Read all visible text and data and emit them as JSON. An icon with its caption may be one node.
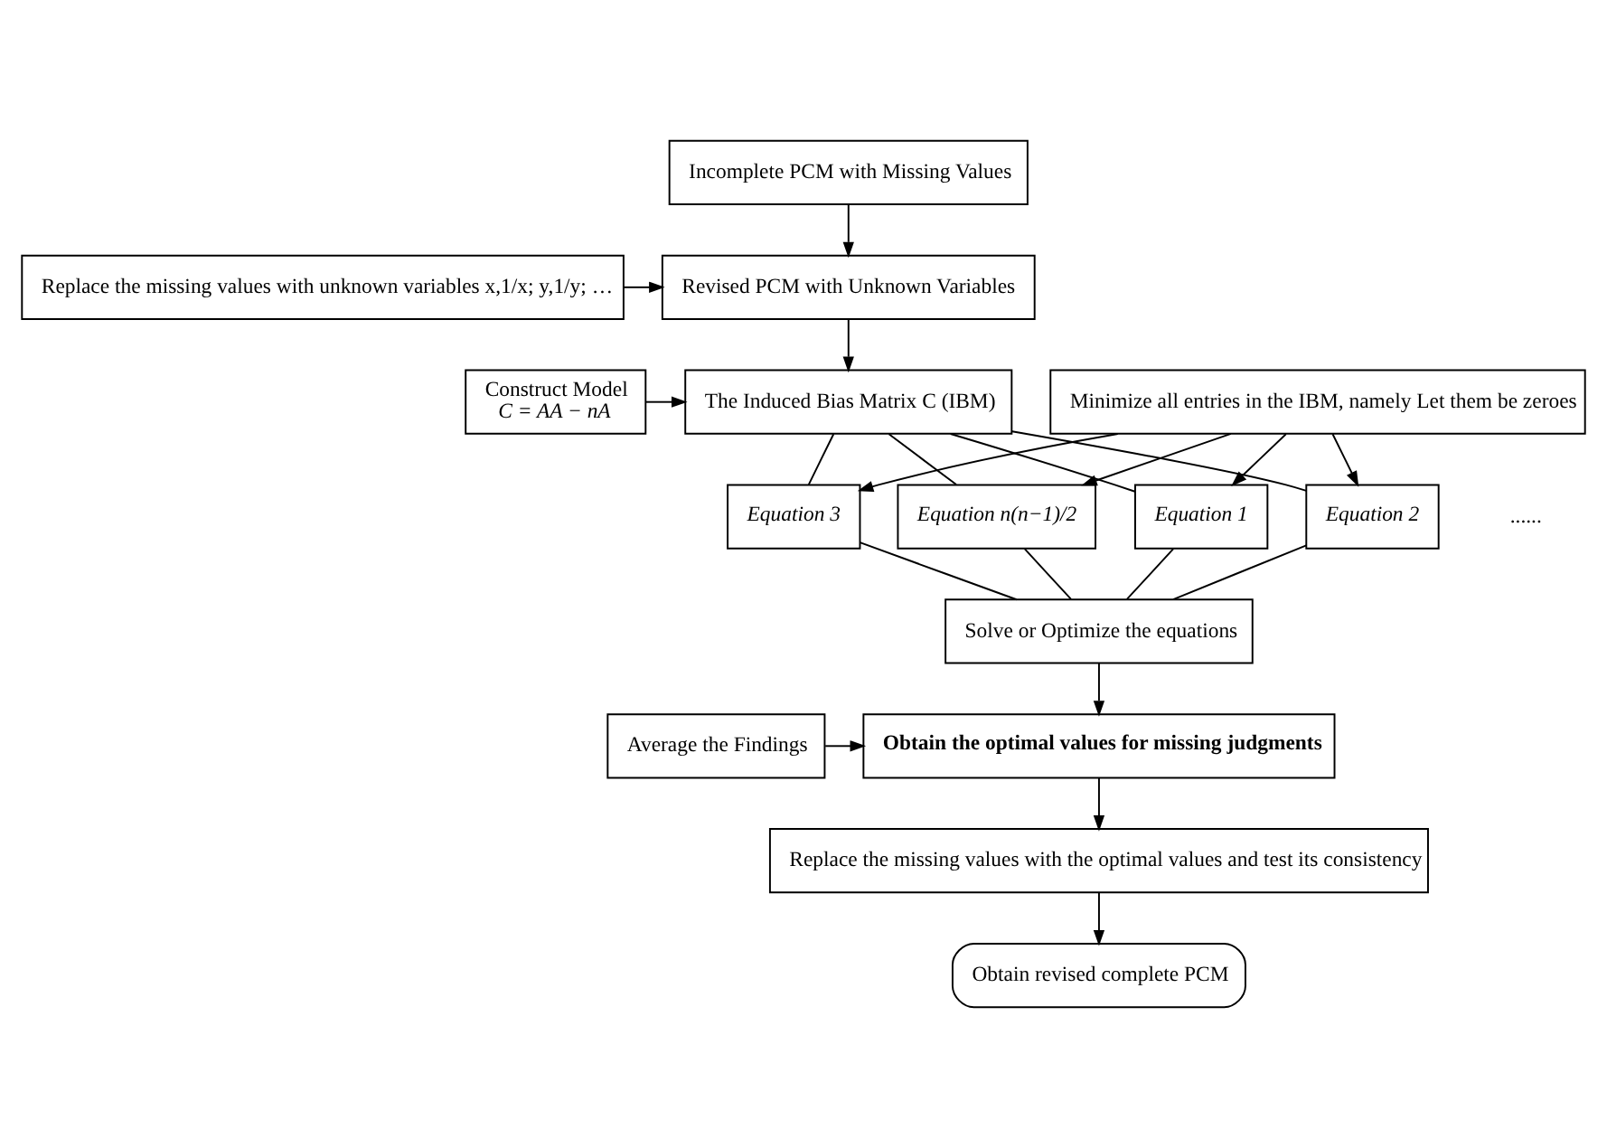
{
  "diagram": {
    "nodes": [
      {
        "text": [
          "Incomplete PCM with Missing Values"
        ]
      },
      {
        "text": [
          "Replace the missing values with unknown variables x,1/x; y,1/y; …"
        ]
      },
      {
        "text": [
          "Revised PCM with Unknown Variables"
        ]
      },
      {
        "text": [
          "Construct Model",
          "C = AA − nA"
        ]
      },
      {
        "text": [
          "The Induced Bias Matrix C (IBM)"
        ]
      },
      {
        "text": [
          "Minimize all entries in the IBM, namely Let them be zeroes"
        ]
      },
      {
        "text": [
          "Equation 1"
        ]
      },
      {
        "text": [
          "Equation 2"
        ]
      },
      {
        "text": [
          "Equation 3"
        ]
      },
      {
        "text": [
          "Equation n(n−1)/2"
        ]
      },
      {
        "text": [
          "Solve or Optimize the equations"
        ]
      },
      {
        "text": [
          "Average the Findings"
        ]
      },
      {
        "text": [
          "Obtain the optimal values for missing judgments"
        ]
      },
      {
        "text": [
          "Replace the missing values with the optimal values and test its consistency"
        ]
      },
      {
        "text": [
          "Obtain revised complete PCM"
        ]
      }
    ],
    "edges": [
      {
        "from": 0,
        "to": 2,
        "arrow": "to"
      },
      {
        "from": 1,
        "to": 2,
        "arrow": "to"
      },
      {
        "from": 2,
        "to": 4,
        "arrow": "to"
      },
      {
        "from": 3,
        "to": 4,
        "arrow": "to"
      },
      {
        "from": 4,
        "to": 6,
        "arrow": "none"
      },
      {
        "from": 4,
        "to": 7,
        "arrow": "none"
      },
      {
        "from": 4,
        "to": 8,
        "arrow": "none"
      },
      {
        "from": 4,
        "to": 9,
        "arrow": "none"
      },
      {
        "from": 5,
        "to": 6,
        "arrow": "to"
      },
      {
        "from": 5,
        "to": 7,
        "arrow": "to"
      },
      {
        "from": 5,
        "to": 8,
        "arrow": "to"
      },
      {
        "from": 5,
        "to": 9,
        "arrow": "to"
      },
      {
        "from": 6,
        "to": 10,
        "arrow": "none"
      },
      {
        "from": 7,
        "to": 10,
        "arrow": "none"
      },
      {
        "from": 8,
        "to": 10,
        "arrow": "none"
      },
      {
        "from": 9,
        "to": 10,
        "arrow": "none"
      },
      {
        "from": 10,
        "to": 12,
        "arrow": "to"
      },
      {
        "from": 11,
        "to": 12,
        "arrow": "to"
      },
      {
        "from": 12,
        "to": 13,
        "arrow": "to"
      },
      {
        "from": 13,
        "to": 14,
        "arrow": "to"
      }
    ],
    "labels": [
      "......"
    ]
  }
}
